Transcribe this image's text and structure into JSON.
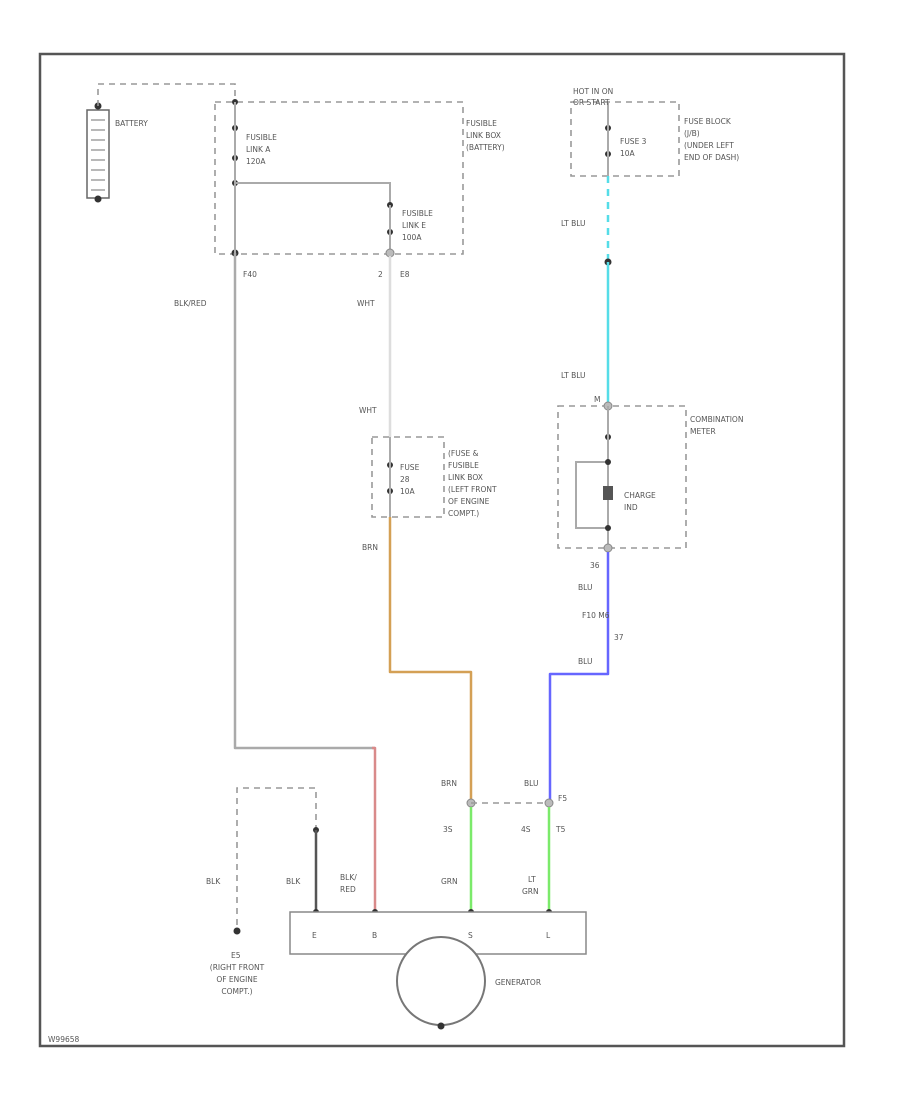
{
  "colors": {
    "gray": "#aaaaaa",
    "white": "#dddddd",
    "brown": "#d4a055",
    "red": "#d98a8a",
    "lt_blu": "#55dde8",
    "blu": "#6666ff",
    "grn": "#7bea6a",
    "black": "#555555"
  },
  "labels": {
    "battery": "BATTERY",
    "fusible_link_box": [
      "FUSIBLE",
      "LINK BOX",
      "(BATTERY)"
    ],
    "fusible_link_a": [
      "FUSIBLE",
      "LINK A",
      "120A"
    ],
    "fusible_link_e": [
      "FUSIBLE",
      "LINK E",
      "100A"
    ],
    "connector_f40": "F40",
    "connector_2": "2",
    "connector_e8": "E8",
    "wire_blk_red": "BLK/RED",
    "wire_wht_1": "WHT",
    "wire_wht_2": "WHT",
    "hot_in_on": [
      "HOT IN ON",
      "OR START"
    ],
    "fuse3": [
      "FUSE 3",
      "10A"
    ],
    "fuse_block": [
      "FUSE BLOCK",
      "(J/B)",
      "(UNDER LEFT",
      "END OF DASH)"
    ],
    "wire_lt_blu_1": "LT BLU",
    "wire_lt_blu_2": "LT BLU",
    "combination_meter": [
      "COMBINATION",
      "METER"
    ],
    "charge_ind": [
      "CHARGE",
      "IND"
    ],
    "pin_m": "M",
    "pin_36": "36",
    "wire_blu_1": "BLU",
    "connector_f10_m6": "F10 M6",
    "pin_37": "37",
    "wire_blu_2": "BLU",
    "fuse_28": [
      "FUSE",
      "28",
      "10A"
    ],
    "fuse_fusible_box": [
      "(FUSE &",
      "FUSIBLE",
      "LINK BOX",
      "(LEFT FRONT",
      "OF ENGINE",
      "COMPT.)"
    ],
    "wire_brn_1": "BRN",
    "wire_brn_2": "BRN",
    "wire_blu_3": "BLU",
    "connector_f5": "F5",
    "pin_3s": "3S",
    "pin_4s": "4S",
    "pin_t5": "T5",
    "wire_grn": "GRN",
    "wire_lt_grn": [
      "LT",
      "GRN"
    ],
    "wire_blk_1": "BLK",
    "wire_blk_2": "BLK",
    "wire_blk_red_2": [
      "BLK/",
      "RED"
    ],
    "ground_e5": "E5",
    "ground_location": [
      "(RIGHT FRONT",
      "OF ENGINE",
      "COMPT.)"
    ],
    "generator": "GENERATOR",
    "terminal_e": "E",
    "terminal_b": "B",
    "terminal_s": "S",
    "terminal_l": "L",
    "footer_code": "W99658"
  }
}
